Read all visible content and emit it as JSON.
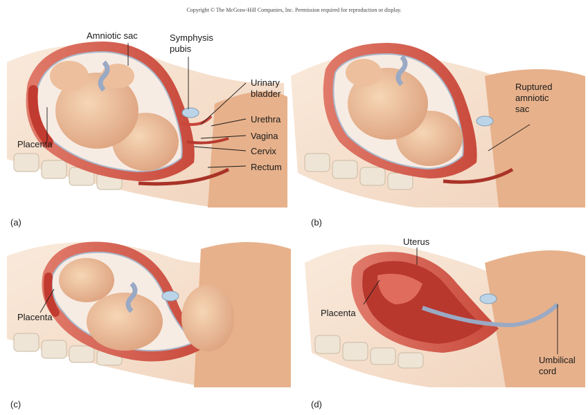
{
  "copyright": "Copyright © The McGraw-Hill Companies, Inc. Permission required for reproduction or display.",
  "colors": {
    "uterus_wall": "#d9685a",
    "uterus_inner": "#b8382e",
    "skin": "#f3d3b6",
    "fetus": "#f0c6a2",
    "fetus_shadow": "#d9a07a",
    "amniotic_membrane": "#a9b7c9",
    "cord": "#9aa9c4",
    "bladder": "#bcd4e8",
    "spine": "#efe5d6"
  },
  "panels": [
    {
      "id": "(a)",
      "labels": {
        "amniotic_sac": "Amniotic sac",
        "symphysis_pubis_1": "Symphysis",
        "symphysis_pubis_2": "pubis",
        "urinary_bladder_1": "Urinary",
        "urinary_bladder_2": "bladder",
        "urethra": "Urethra",
        "vagina": "Vagina",
        "cervix": "Cervix",
        "rectum": "Rectum",
        "placenta": "Placenta"
      }
    },
    {
      "id": "(b)",
      "labels": {
        "ruptured_1": "Ruptured",
        "ruptured_2": "amniotic",
        "ruptured_3": "sac"
      }
    },
    {
      "id": "(c)",
      "labels": {
        "placenta": "Placenta"
      }
    },
    {
      "id": "(d)",
      "labels": {
        "uterus": "Uterus",
        "placenta": "Placenta",
        "umbilical_1": "Umbilical",
        "umbilical_2": "cord"
      }
    }
  ]
}
